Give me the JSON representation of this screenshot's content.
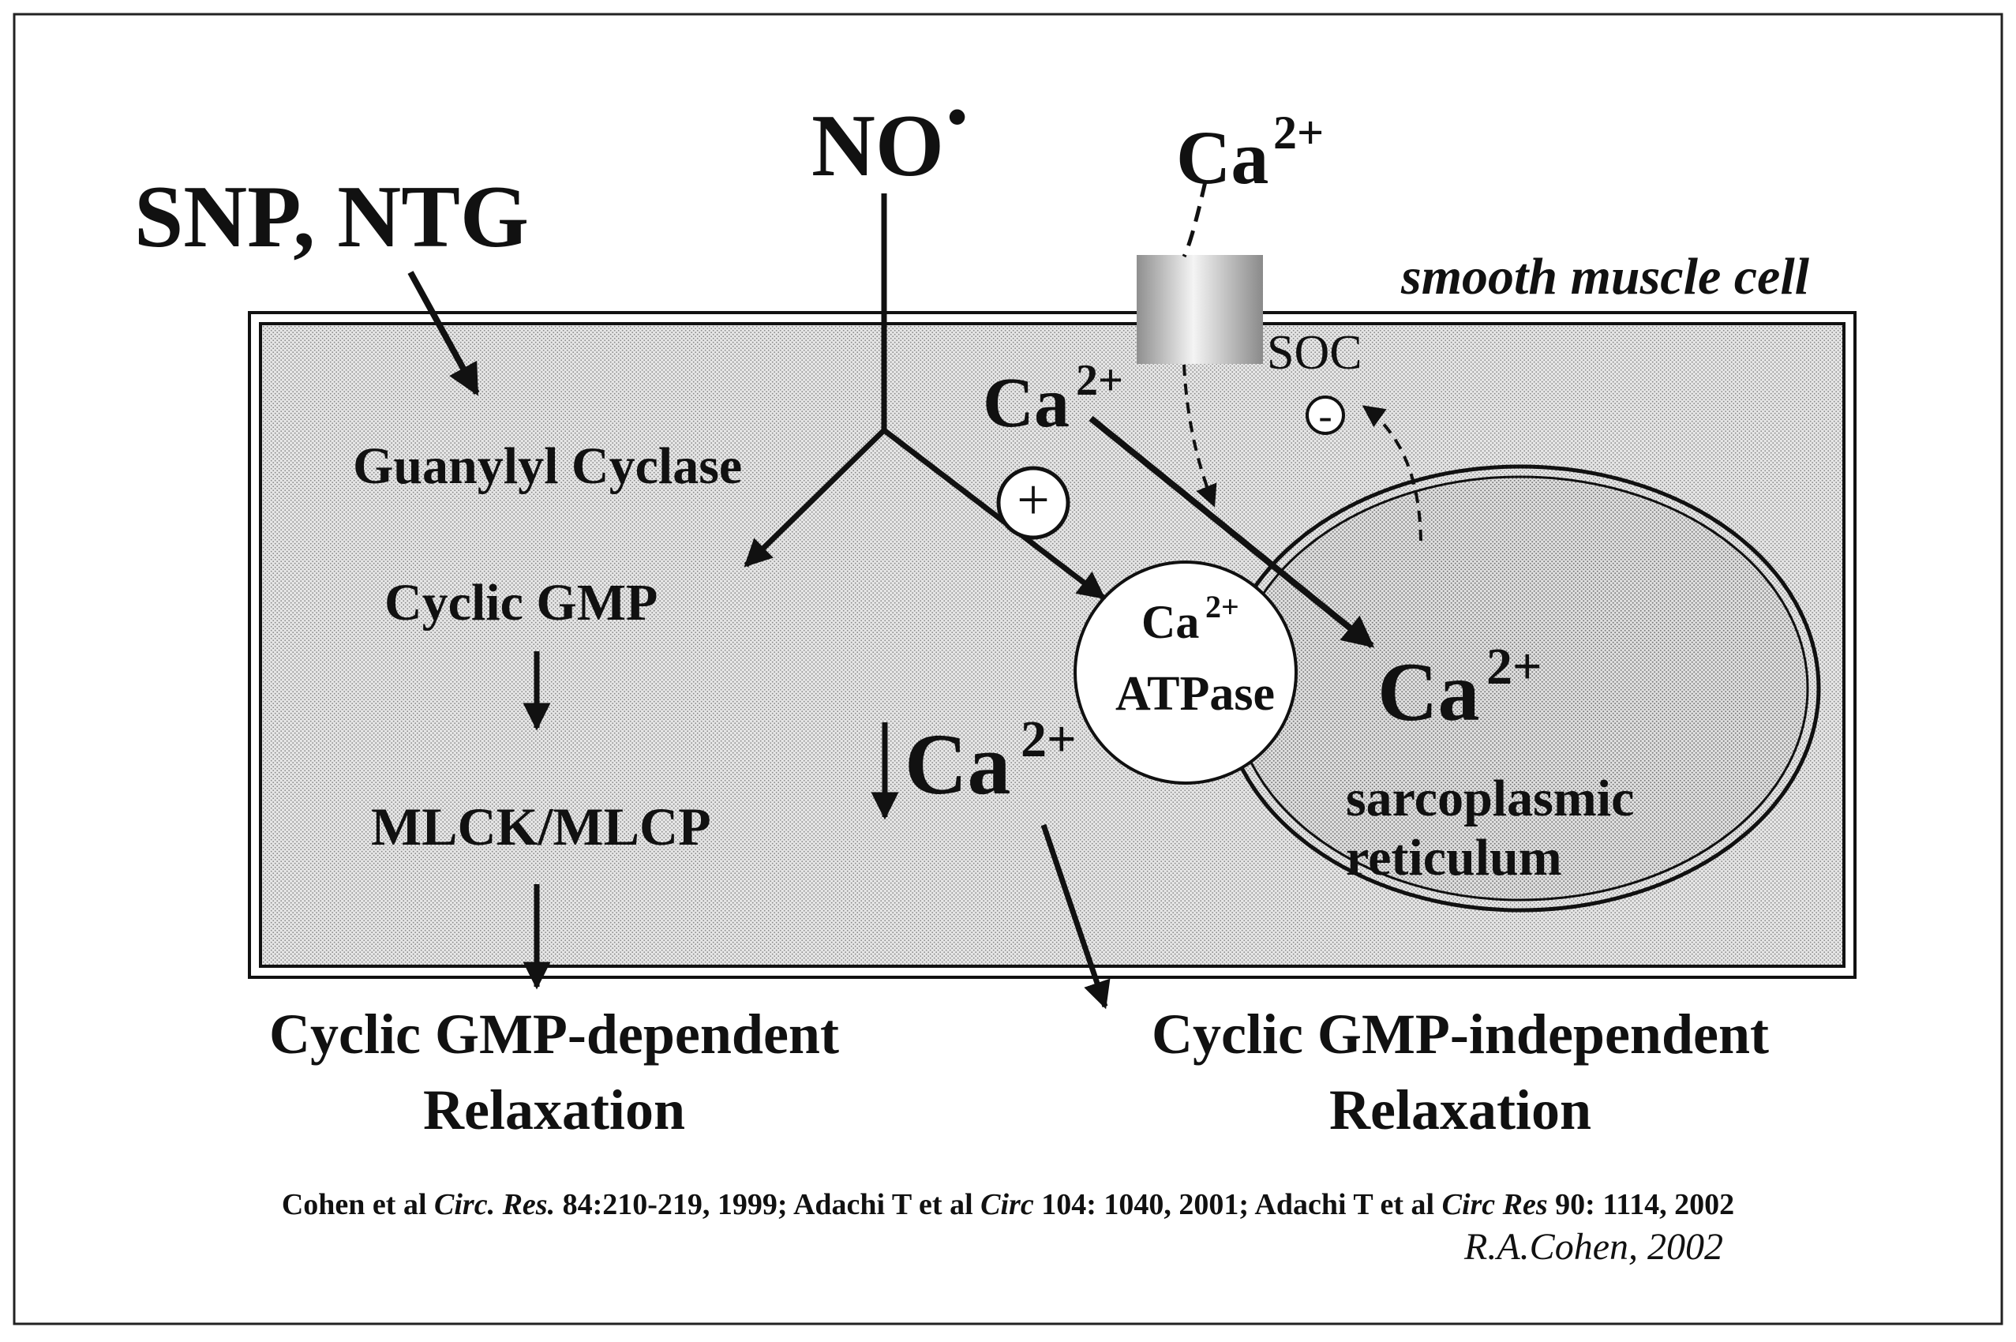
{
  "labels": {
    "snp_ntg": "SNP, NTG",
    "no_main": "NO",
    "no_dot": "•",
    "ca_ext_main": "Ca",
    "ca_ext_sup": "2+",
    "cell_label": "smooth muscle cell",
    "soc": "SOC",
    "ca_in_main": "Ca",
    "ca_in_sup": "2+",
    "plus": "+",
    "minus": "-",
    "guanylyl": "Guanylyl Cyclase",
    "cgmp": "Cyclic GMP",
    "mlck": "MLCK/MLCP",
    "atpase_ca_main": "Ca",
    "atpase_ca_sup": "2+",
    "atpase": "ATPase",
    "sr_ca_main": "Ca",
    "sr_ca_sup": "2+",
    "sr_line1": "sarcoplasmic",
    "sr_line2": "reticulum",
    "down_ca_main": "Ca",
    "down_ca_sup": "2+",
    "dep_line1": "Cyclic GMP-dependent",
    "dep_line2": "Relaxation",
    "indep_line1": "Cyclic GMP-independent",
    "indep_line2": "Relaxation",
    "author": "R.A.Cohen, 2002"
  },
  "citation": {
    "p1": "Cohen et al ",
    "p2": "Circ. Res.",
    "p3": " 84:210-219, 1999; Adachi T et al ",
    "p4": "Circ",
    "p5": " 104: 1040, 2001; Adachi T et al ",
    "p6": "Circ Res",
    "p7": " 90: 1114, 2002"
  },
  "colors": {
    "ink": "#111111",
    "cell_fill": "#d6d6d6",
    "sr_fill": "#cfcfcf",
    "atpase_fill": "#ffffff"
  }
}
